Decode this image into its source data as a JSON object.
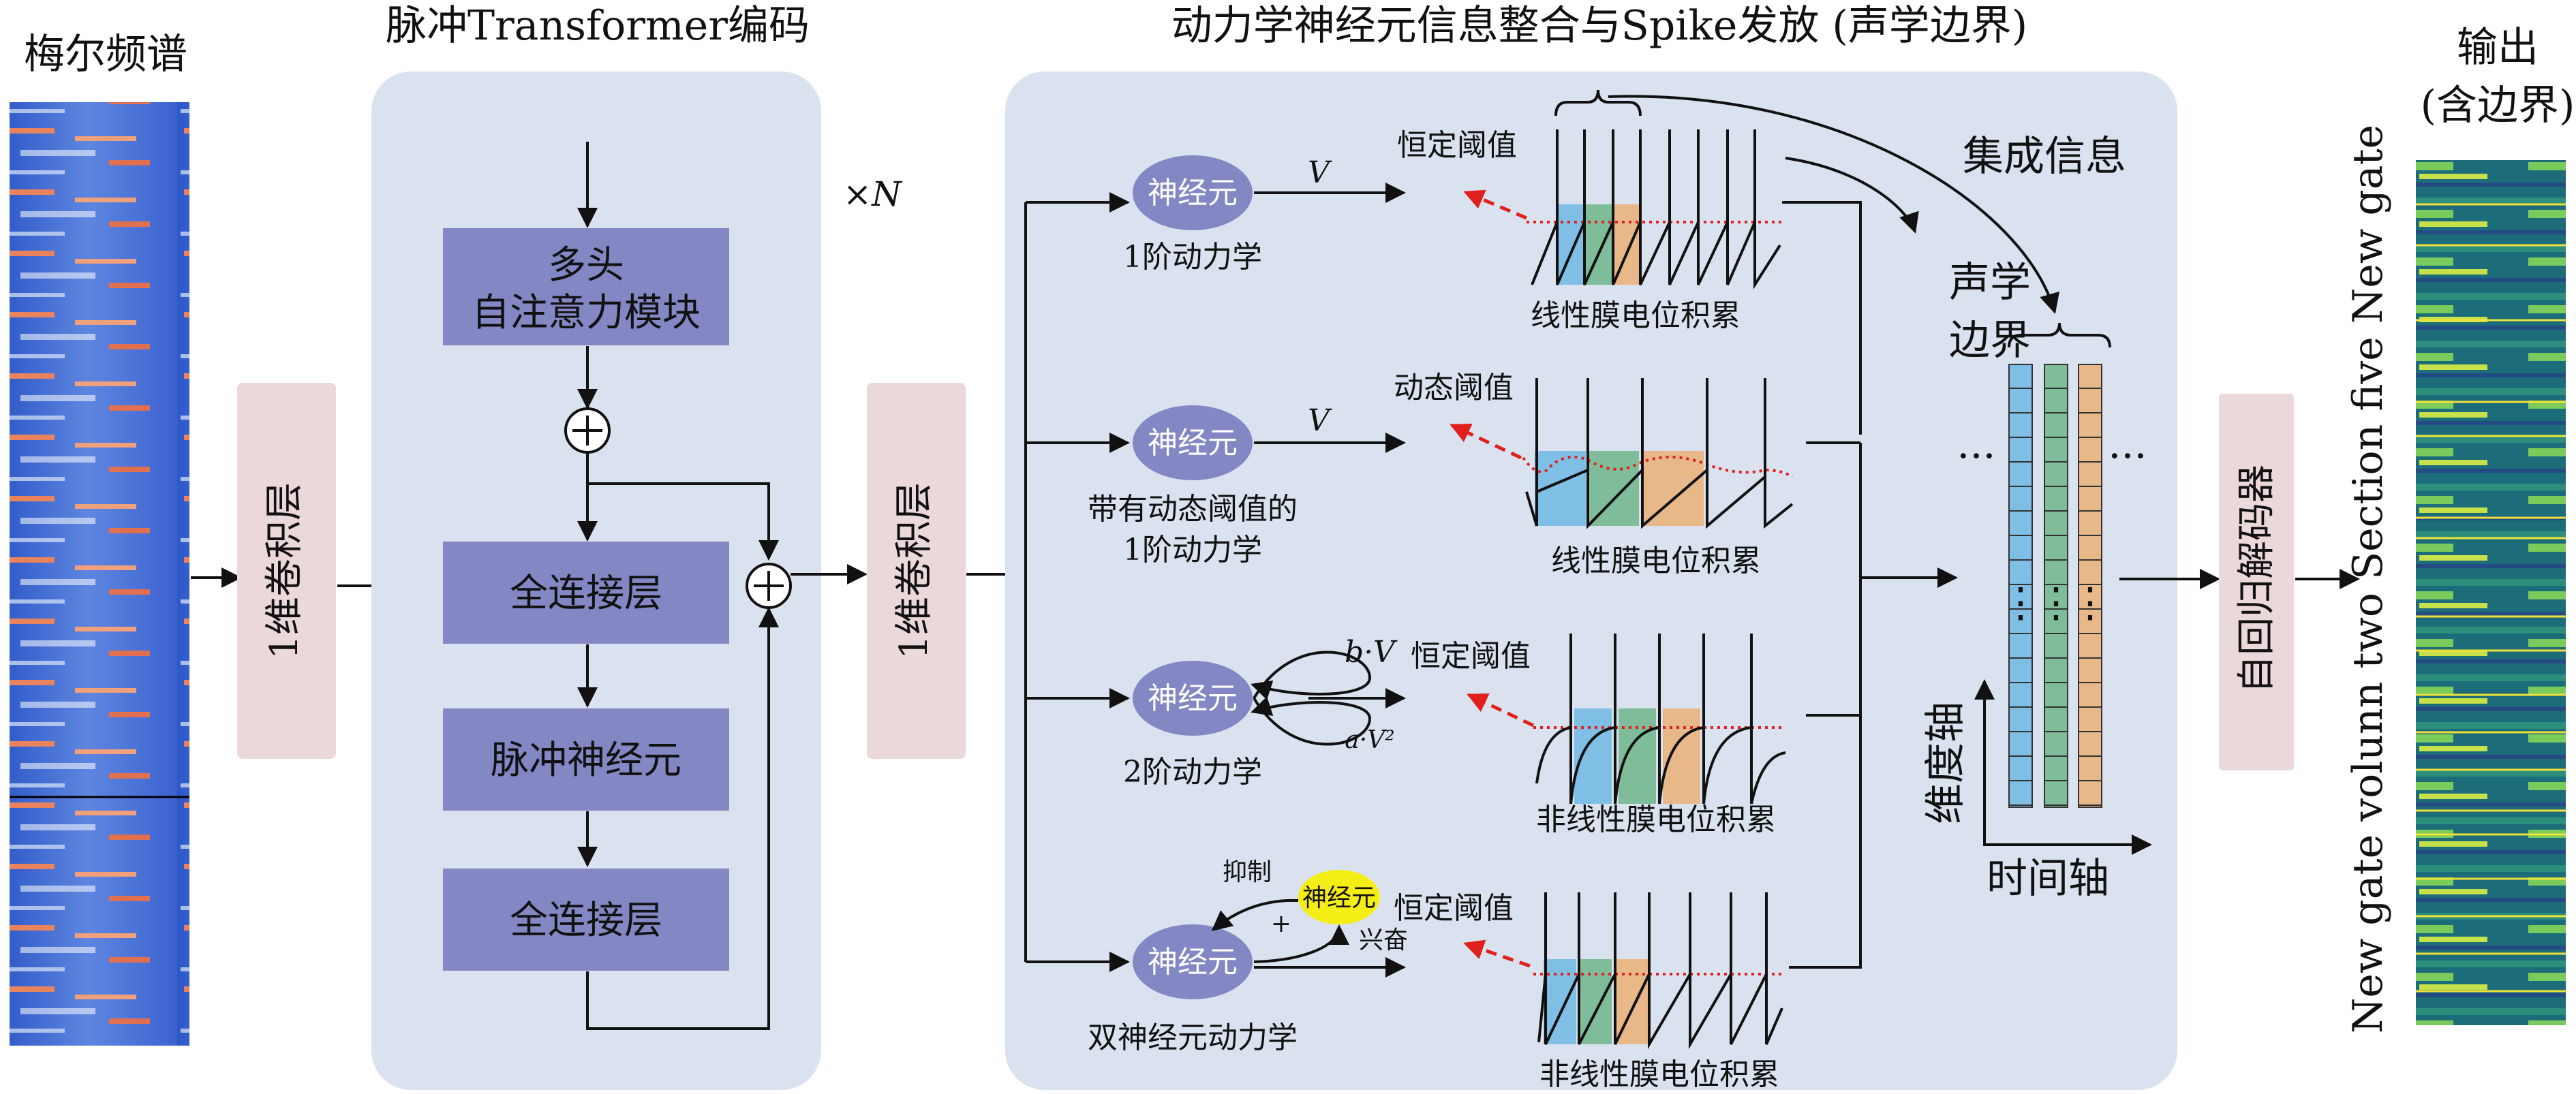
{
  "headings": {
    "mel": "梅尔频谱",
    "encoder": "脉冲Transformer编码",
    "integration": "动力学神经元信息整合与Spike发放 (声学边界)",
    "output_line1": "输出",
    "output_line2": "(含边界)"
  },
  "conv_left": "1维卷积层",
  "conv_mid": "1维卷积层",
  "encoder": {
    "attn_line1": "多头",
    "attn_line2": "自注意力模块",
    "fc1": "全连接层",
    "spike": "脉冲神经元",
    "fc2": "全连接层",
    "repeat": "×N",
    "plus": "+"
  },
  "dynamics": [
    {
      "neuron": "神经元",
      "caption": "1阶动力学",
      "caption2": "",
      "var": "V",
      "thresh": "恒定阈值",
      "graph": "线性膜电位积累"
    },
    {
      "neuron": "神经元",
      "caption": "带有动态阈值的",
      "caption2": "1阶动力学",
      "var": "V",
      "thresh": "动态阈值",
      "graph": "线性膜电位积累"
    },
    {
      "neuron": "神经元",
      "caption": "2阶动力学",
      "caption2": "",
      "var_top": "b·V",
      "var_bot": "a·V²",
      "thresh": "恒定阈值",
      "graph": "非线性膜电位积累"
    },
    {
      "neuron": "神经元",
      "caption": "双神经元动力学",
      "caption2": "",
      "neuron2": "神经元",
      "inhibit": "抑制",
      "excite": "兴奋",
      "sign": "+",
      "thresh": "恒定阈值",
      "graph": "非线性膜电位积累"
    }
  ],
  "integrated_info": "集成信息",
  "acoustic_boundary": "声学边界",
  "dim_axis": "维度轴",
  "time_axis": "时间轴",
  "dots": "···",
  "vdots": "⋮",
  "decoder": "自回归解码器",
  "output_words": "New gate volunn two Section five New gate",
  "colors": {
    "panel": "#dbe2ef",
    "box": "#8387c3",
    "conv": "#ead8da",
    "neuron": "#8387c3",
    "highlight": "#f5ee16",
    "blue": "#7fbfe6",
    "green": "#7fbd9a",
    "orange": "#e8b888",
    "threshold": "#e0201c"
  }
}
